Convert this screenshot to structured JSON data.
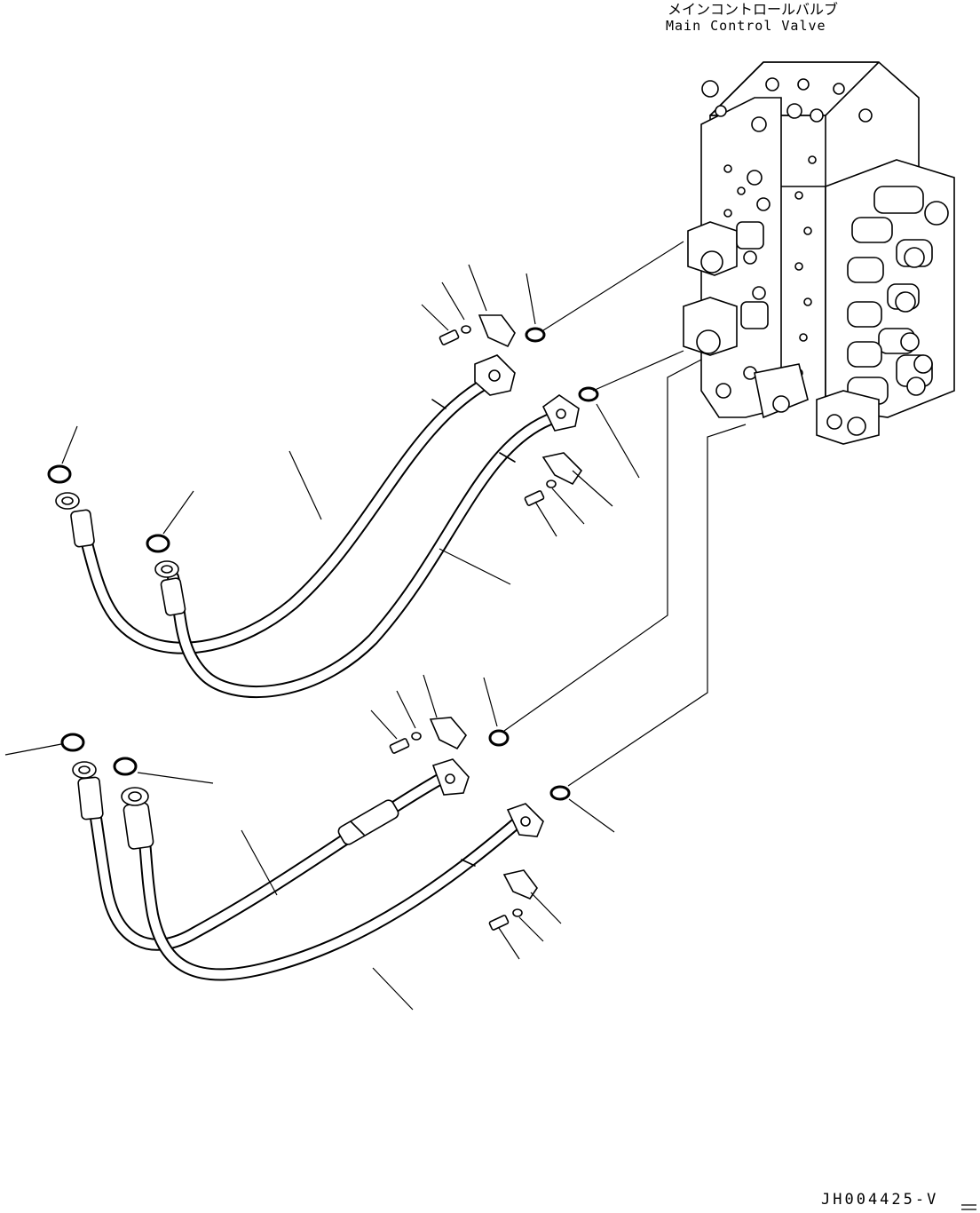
{
  "labels": {
    "title_jp": "メインコントロールバルブ",
    "title_en": "Main Control Valve",
    "drawing_code": "JH004425-V"
  }
}
